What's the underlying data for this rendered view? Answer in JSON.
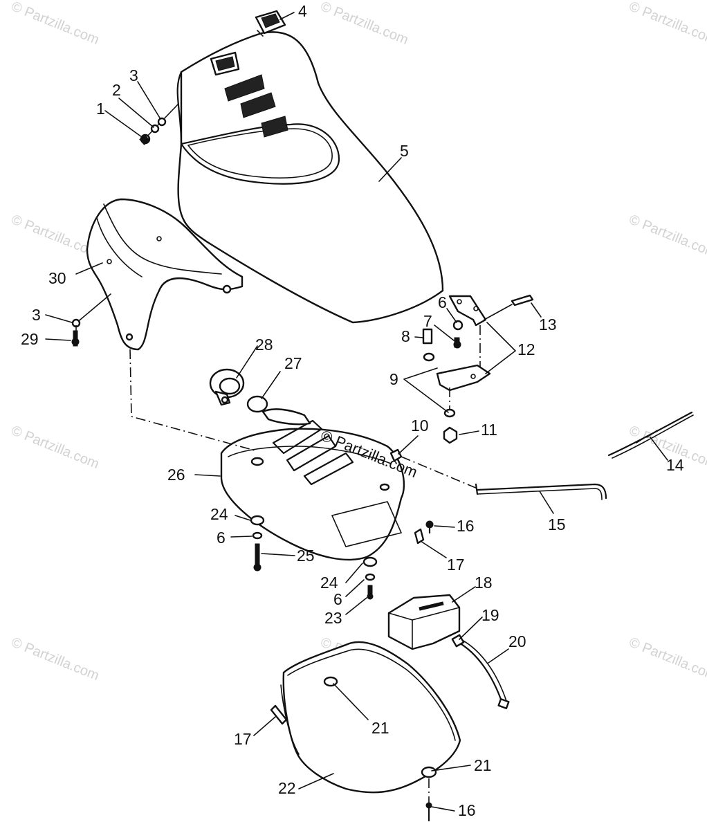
{
  "diagram": {
    "watermark": "© Partzilla.com",
    "center_watermark": "© Partzilla.com",
    "callouts": [
      {
        "id": "c1",
        "label": "1"
      },
      {
        "id": "c2",
        "label": "2"
      },
      {
        "id": "c3a",
        "label": "3"
      },
      {
        "id": "c4",
        "label": "4"
      },
      {
        "id": "c5",
        "label": "5"
      },
      {
        "id": "c30",
        "label": "30"
      },
      {
        "id": "c3b",
        "label": "3"
      },
      {
        "id": "c29",
        "label": "29"
      },
      {
        "id": "c6a",
        "label": "6"
      },
      {
        "id": "c7",
        "label": "7"
      },
      {
        "id": "c8",
        "label": "8"
      },
      {
        "id": "c13",
        "label": "13"
      },
      {
        "id": "c12",
        "label": "12"
      },
      {
        "id": "c9",
        "label": "9"
      },
      {
        "id": "c28",
        "label": "28"
      },
      {
        "id": "c27",
        "label": "27"
      },
      {
        "id": "c10",
        "label": "10"
      },
      {
        "id": "c11",
        "label": "11"
      },
      {
        "id": "c14",
        "label": "14"
      },
      {
        "id": "c26",
        "label": "26"
      },
      {
        "id": "c15",
        "label": "15"
      },
      {
        "id": "c24a",
        "label": "24"
      },
      {
        "id": "c6b",
        "label": "6"
      },
      {
        "id": "c25",
        "label": "25"
      },
      {
        "id": "c16a",
        "label": "16"
      },
      {
        "id": "c17a",
        "label": "17"
      },
      {
        "id": "c24b",
        "label": "24"
      },
      {
        "id": "c6c",
        "label": "6"
      },
      {
        "id": "c23",
        "label": "23"
      },
      {
        "id": "c18",
        "label": "18"
      },
      {
        "id": "c19",
        "label": "19"
      },
      {
        "id": "c20",
        "label": "20"
      },
      {
        "id": "c21a",
        "label": "21"
      },
      {
        "id": "c17b",
        "label": "17"
      },
      {
        "id": "c21b",
        "label": "21"
      },
      {
        "id": "c22",
        "label": "22"
      },
      {
        "id": "c16b",
        "label": "16"
      }
    ]
  }
}
